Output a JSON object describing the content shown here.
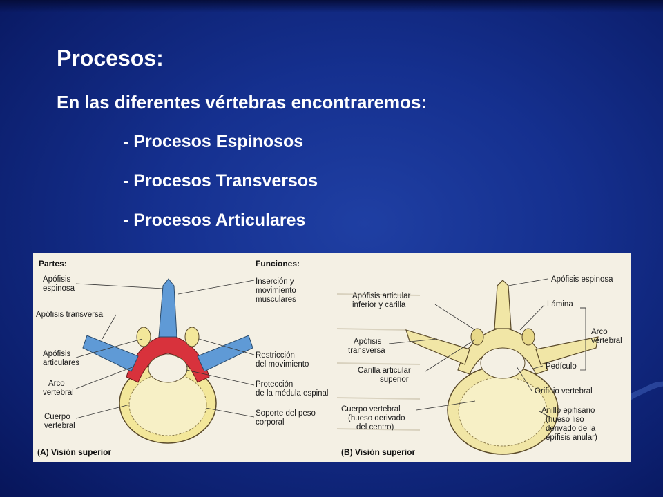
{
  "slide": {
    "title": "Procesos:",
    "intro": "En las diferentes vértebras encontraremos:",
    "items": [
      "- Procesos Espinosos",
      "- Procesos Transversos",
      "- Procesos Articulares"
    ]
  },
  "figure": {
    "panel_a": {
      "parts_header": "Partes:",
      "functions_header": "Funciones:",
      "parts": [
        "Apófisis",
        "espinosa",
        "Apófisis transversa",
        "Apófisis",
        "articulares",
        "Arco",
        "vertebral",
        "Cuerpo",
        "vertebral"
      ],
      "functions": [
        "Inserción y",
        "movimiento",
        "musculares",
        "Restricción",
        "del movimiento",
        "Protección",
        "de la médula espinal",
        "Soporte del peso",
        "corporal"
      ],
      "caption": "(A) Visión superior"
    },
    "panel_b": {
      "labels": [
        "Apófisis espinosa",
        "Apófisis articular",
        "inferior y carilla",
        "Lámina",
        "Arco",
        "vertebral",
        "Apófisis",
        "transversa",
        "Pedículo",
        "Carilla articular",
        "superior",
        "Orificio vertebral",
        "Cuerpo vertebral",
        "(hueso derivado",
        "del centro)",
        "Anillo epifisario",
        "(hueso liso",
        "derivado de la",
        "epífisis anular)"
      ],
      "caption": "(B) Visión superior"
    },
    "colors": {
      "yellow": "#f3e79a",
      "red": "#d8323c",
      "blue": "#5f9ad6",
      "bone": "#f1e6a6"
    }
  }
}
